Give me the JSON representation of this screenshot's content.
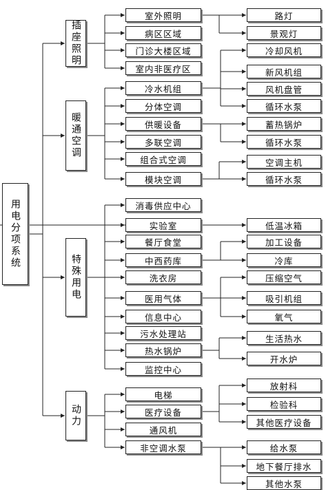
{
  "root": "用电分项系统",
  "categories": [
    {
      "label": "插座照明",
      "items": [
        {
          "label": "室外照明",
          "children": [
            "路灯",
            "景观灯"
          ]
        },
        {
          "label": "病区区域",
          "children": []
        },
        {
          "label": "门诊大楼区域",
          "children": []
        },
        {
          "label": "室内非医疗区",
          "children": []
        }
      ]
    },
    {
      "label": "暖通空调",
      "items": [
        {
          "label": "冷水机组",
          "children": [
            "冷却风机",
            "新风机组",
            "风机盘管",
            "循环水泵"
          ]
        },
        {
          "label": "分体空调",
          "children": []
        },
        {
          "label": "供暖设备",
          "children": [
            "蓄热锅炉",
            "循环水泵"
          ]
        },
        {
          "label": "多联空调",
          "children": []
        },
        {
          "label": "组合式空调",
          "children": []
        },
        {
          "label": "模块空调",
          "children": [
            "空调主机",
            "循环水泵"
          ]
        }
      ]
    },
    {
      "label": "特殊用电",
      "items": [
        {
          "label": "消毒供应中心",
          "children": []
        },
        {
          "label": "实验室",
          "children": [
            "低温冰箱"
          ]
        },
        {
          "label": "餐厅食堂",
          "children": []
        },
        {
          "label": "中西药库",
          "children": [
            "加工设备",
            "冷库"
          ]
        },
        {
          "label": "洗衣房",
          "children": []
        },
        {
          "label": "医用气体",
          "children": [
            "压缩空气",
            "吸引机组",
            "氧气"
          ]
        },
        {
          "label": "信息中心",
          "children": []
        },
        {
          "label": "污水处理站",
          "children": []
        },
        {
          "label": "热水锅炉",
          "children": [
            "生活热水",
            "开水炉"
          ]
        },
        {
          "label": "监控中心",
          "children": []
        }
      ]
    },
    {
      "label": "动力",
      "items": [
        {
          "label": "电梯",
          "children": []
        },
        {
          "label": "医疗设备",
          "children": [
            "放射科",
            "检验科",
            "其他医疗设备"
          ]
        },
        {
          "label": "通风机",
          "children": []
        },
        {
          "label": "非空调水泵",
          "children": [
            "给水泵",
            "地下餐厅排水",
            "其他水泵"
          ]
        }
      ]
    }
  ]
}
